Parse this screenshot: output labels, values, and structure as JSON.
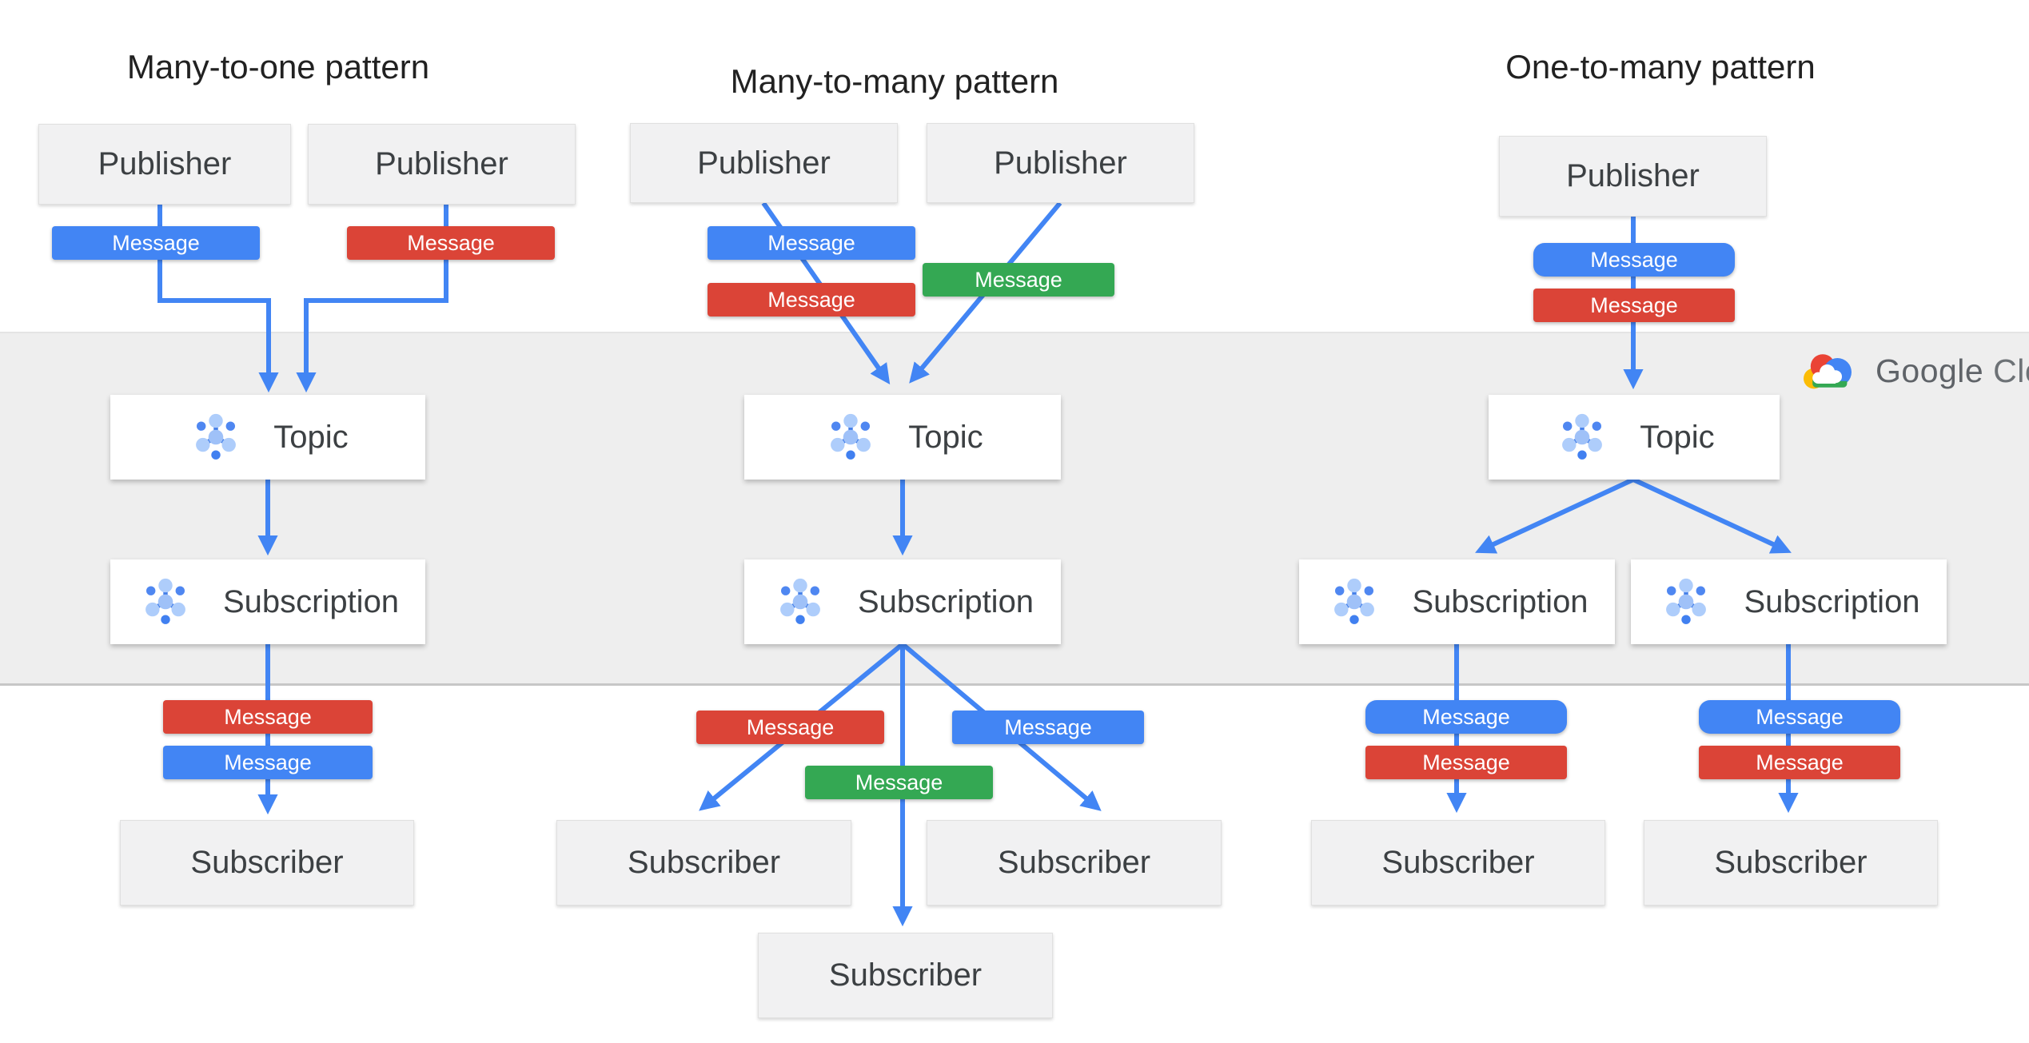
{
  "patterns": {
    "many_to_one": {
      "title": "Many-to-one pattern"
    },
    "many_to_many": {
      "title": "Many-to-many  pattern"
    },
    "one_to_many": {
      "title": "One-to-many pattern"
    }
  },
  "labels": {
    "publisher": "Publisher",
    "topic": "Topic",
    "subscription": "Subscription",
    "subscriber": "Subscriber",
    "message": "Message"
  },
  "logo": {
    "google": "Google",
    "cloud": "Cloud"
  },
  "colors": {
    "blue": "#4285F4",
    "red": "#DB4437",
    "green": "#34A853",
    "arrow": "#4285F4",
    "band": "#EEEEEE",
    "box-gray": "#F1F1F2",
    "box-text": "#3C4043"
  }
}
